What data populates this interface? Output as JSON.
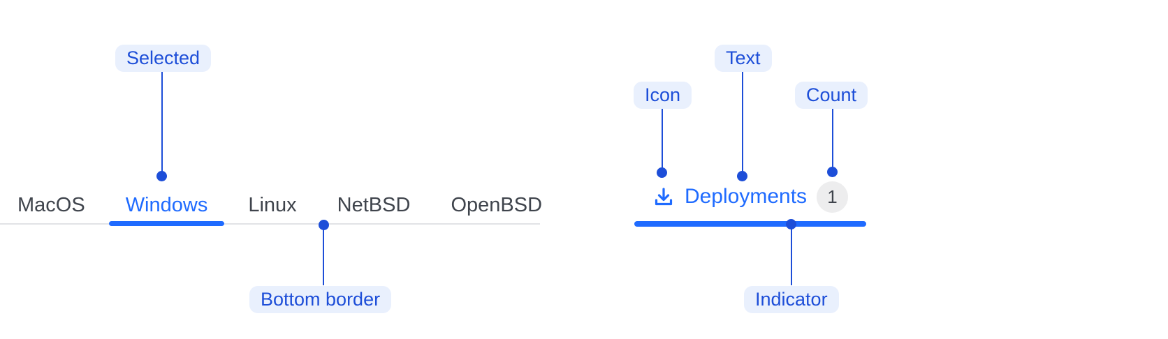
{
  "colors": {
    "accent": "#1f6bff",
    "annotation": "#1d4ed8",
    "annotation_bg": "#e9f0fd",
    "tab_text": "#3f444c",
    "border": "#e2e3e6",
    "badge_bg": "#ededee",
    "badge_text": "#3f444c"
  },
  "figure": {
    "tabs_anatomy": {
      "tabs": [
        {
          "label": "MacOS",
          "selected": false
        },
        {
          "label": "Windows",
          "selected": true
        },
        {
          "label": "Linux",
          "selected": false
        },
        {
          "label": "NetBSD",
          "selected": false
        },
        {
          "label": "OpenBSD",
          "selected": false
        }
      ],
      "callouts": {
        "selected": "Selected",
        "bottom_border": "Bottom border"
      }
    },
    "tab_item_anatomy": {
      "tab": {
        "icon": "download-icon",
        "label": "Deployments",
        "count": "1"
      },
      "callouts": {
        "icon": "Icon",
        "text": "Text",
        "count": "Count",
        "indicator": "Indicator"
      }
    }
  }
}
